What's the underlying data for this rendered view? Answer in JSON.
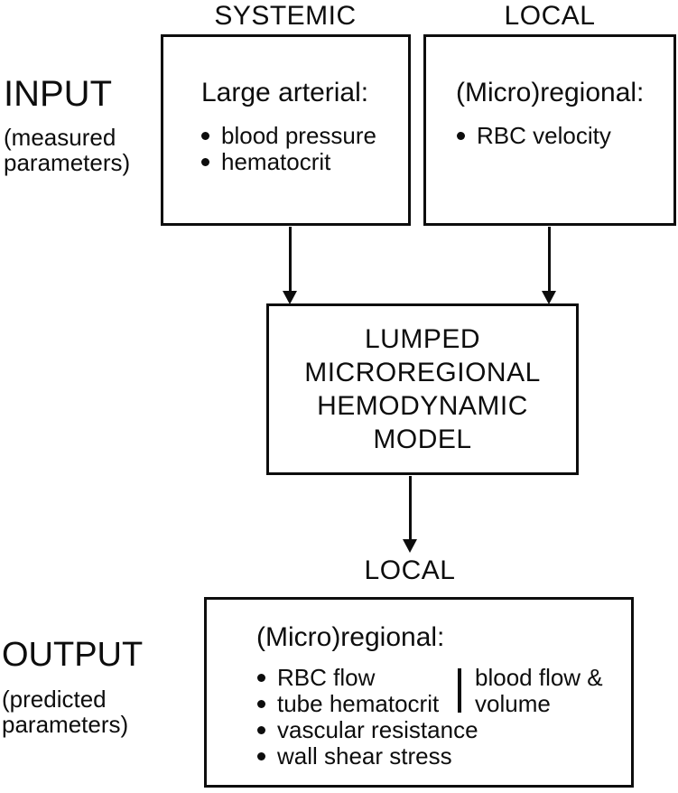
{
  "headers": {
    "systemic": "SYSTEMIC",
    "local_top": "LOCAL",
    "local_bottom": "LOCAL"
  },
  "input_section": {
    "title": "INPUT",
    "subtitle_line1": "(measured",
    "subtitle_line2": "parameters)"
  },
  "output_section": {
    "title": "OUTPUT",
    "subtitle_line1": "(predicted",
    "subtitle_line2": "parameters)"
  },
  "boxes": {
    "systemic_input": {
      "title": "Large arterial:",
      "items": [
        "blood pressure",
        "hematocrit"
      ]
    },
    "local_input": {
      "title": "(Micro)regional:",
      "items": [
        "RBC velocity"
      ]
    },
    "model": {
      "lines": [
        "LUMPED",
        "MICROREGIONAL",
        "HEMODYNAMIC",
        "MODEL"
      ]
    },
    "local_output": {
      "title": "(Micro)regional:",
      "items": [
        "RBC flow",
        "tube hematocrit",
        "vascular resistance",
        "wall shear stress"
      ],
      "annotation": {
        "line1": "blood flow &",
        "line2": "volume"
      }
    }
  },
  "colors": {
    "ink": "#0d0d0d",
    "background": "#ffffff"
  }
}
